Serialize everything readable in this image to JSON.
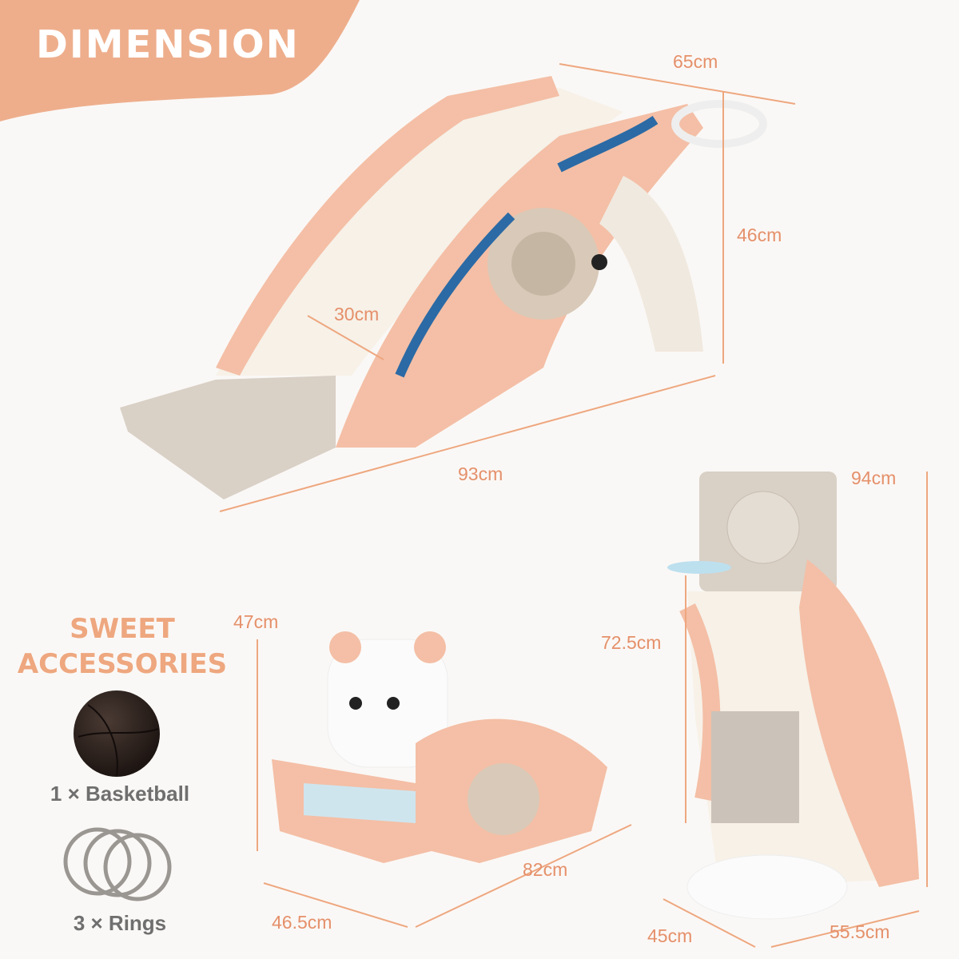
{
  "header": {
    "title": "DIMENSION"
  },
  "colors": {
    "accent": "#eeae8c",
    "dimension_text": "#e5906a",
    "background": "#faf8f6",
    "product_pink": "#f4bfa6",
    "product_cream": "#f7f1e8",
    "product_grey": "#d9d0c6",
    "product_blue": "#2b6aa5"
  },
  "slide_mode": {
    "length": "93cm",
    "width": "65cm",
    "height": "46cm",
    "slide_width": "30cm"
  },
  "rocker_mode": {
    "height": "47cm",
    "length": "82cm",
    "width": "46.5cm"
  },
  "basketball_mode": {
    "height": "94cm",
    "hoop_height": "72.5cm",
    "depth": "45cm",
    "width": "55.5cm"
  },
  "accessories": {
    "title_line1": "SWEET",
    "title_line2": "ACCESSORIES",
    "items": [
      {
        "label": "1 × Basketball",
        "icon": "basketball-icon"
      },
      {
        "label": "3 × Rings",
        "icon": "rings-icon"
      }
    ]
  }
}
